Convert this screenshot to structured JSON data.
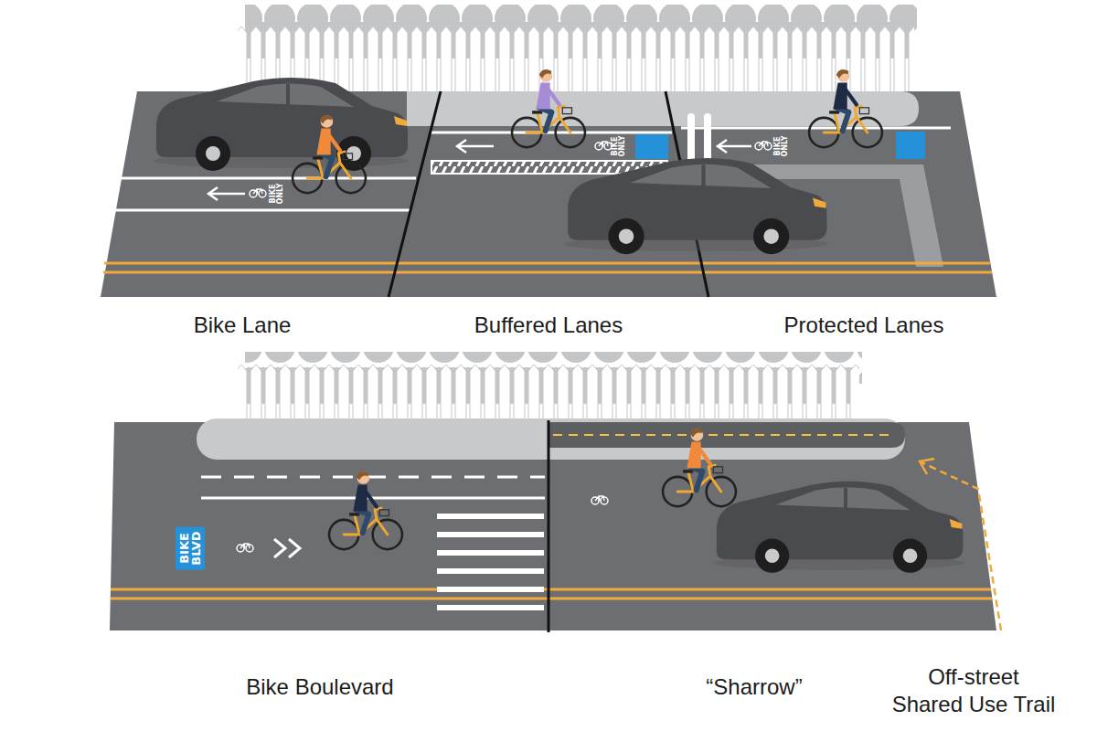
{
  "diagram": {
    "nodes": [
      {
        "text": [
          "BIKE BLVD"
        ]
      }
    ],
    "labels": [
      "BIKE ONLY",
      "BIKE ONLY",
      "BIKE ONLY",
      "Bike Lane",
      "Buffered Lanes",
      "Protected Lanes",
      "Bike Boulevard",
      "“Sharrow”",
      "Off-street Shared Use Trail"
    ]
  }
}
